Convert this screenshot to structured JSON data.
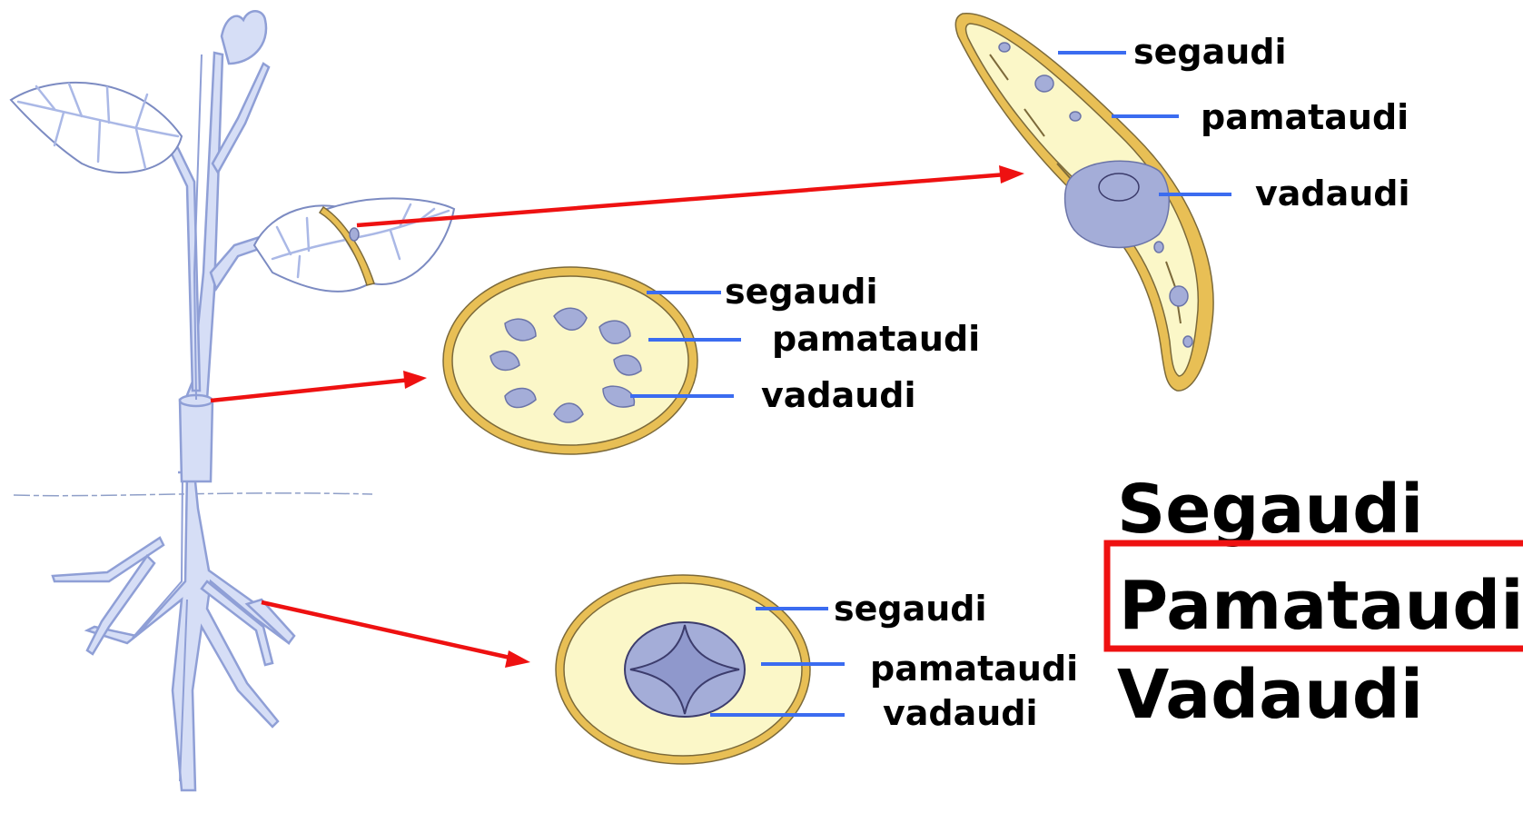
{
  "labels": {
    "dermal": "segaudi",
    "ground": "pamataudi",
    "vascular": "vadaudi"
  },
  "key": {
    "dermal": "Segaudi",
    "ground": "Pamataudi",
    "vascular": "Vadaudi",
    "highlighted": "ground"
  },
  "colors": {
    "arrow": "#ee1111",
    "pointer_line": "#3b6cf0",
    "dermal_tissue": "#e8bf55",
    "ground_tissue": "#fbf7c8",
    "vascular_tissue": "#a4add8",
    "highlight_box": "#ee1111"
  }
}
